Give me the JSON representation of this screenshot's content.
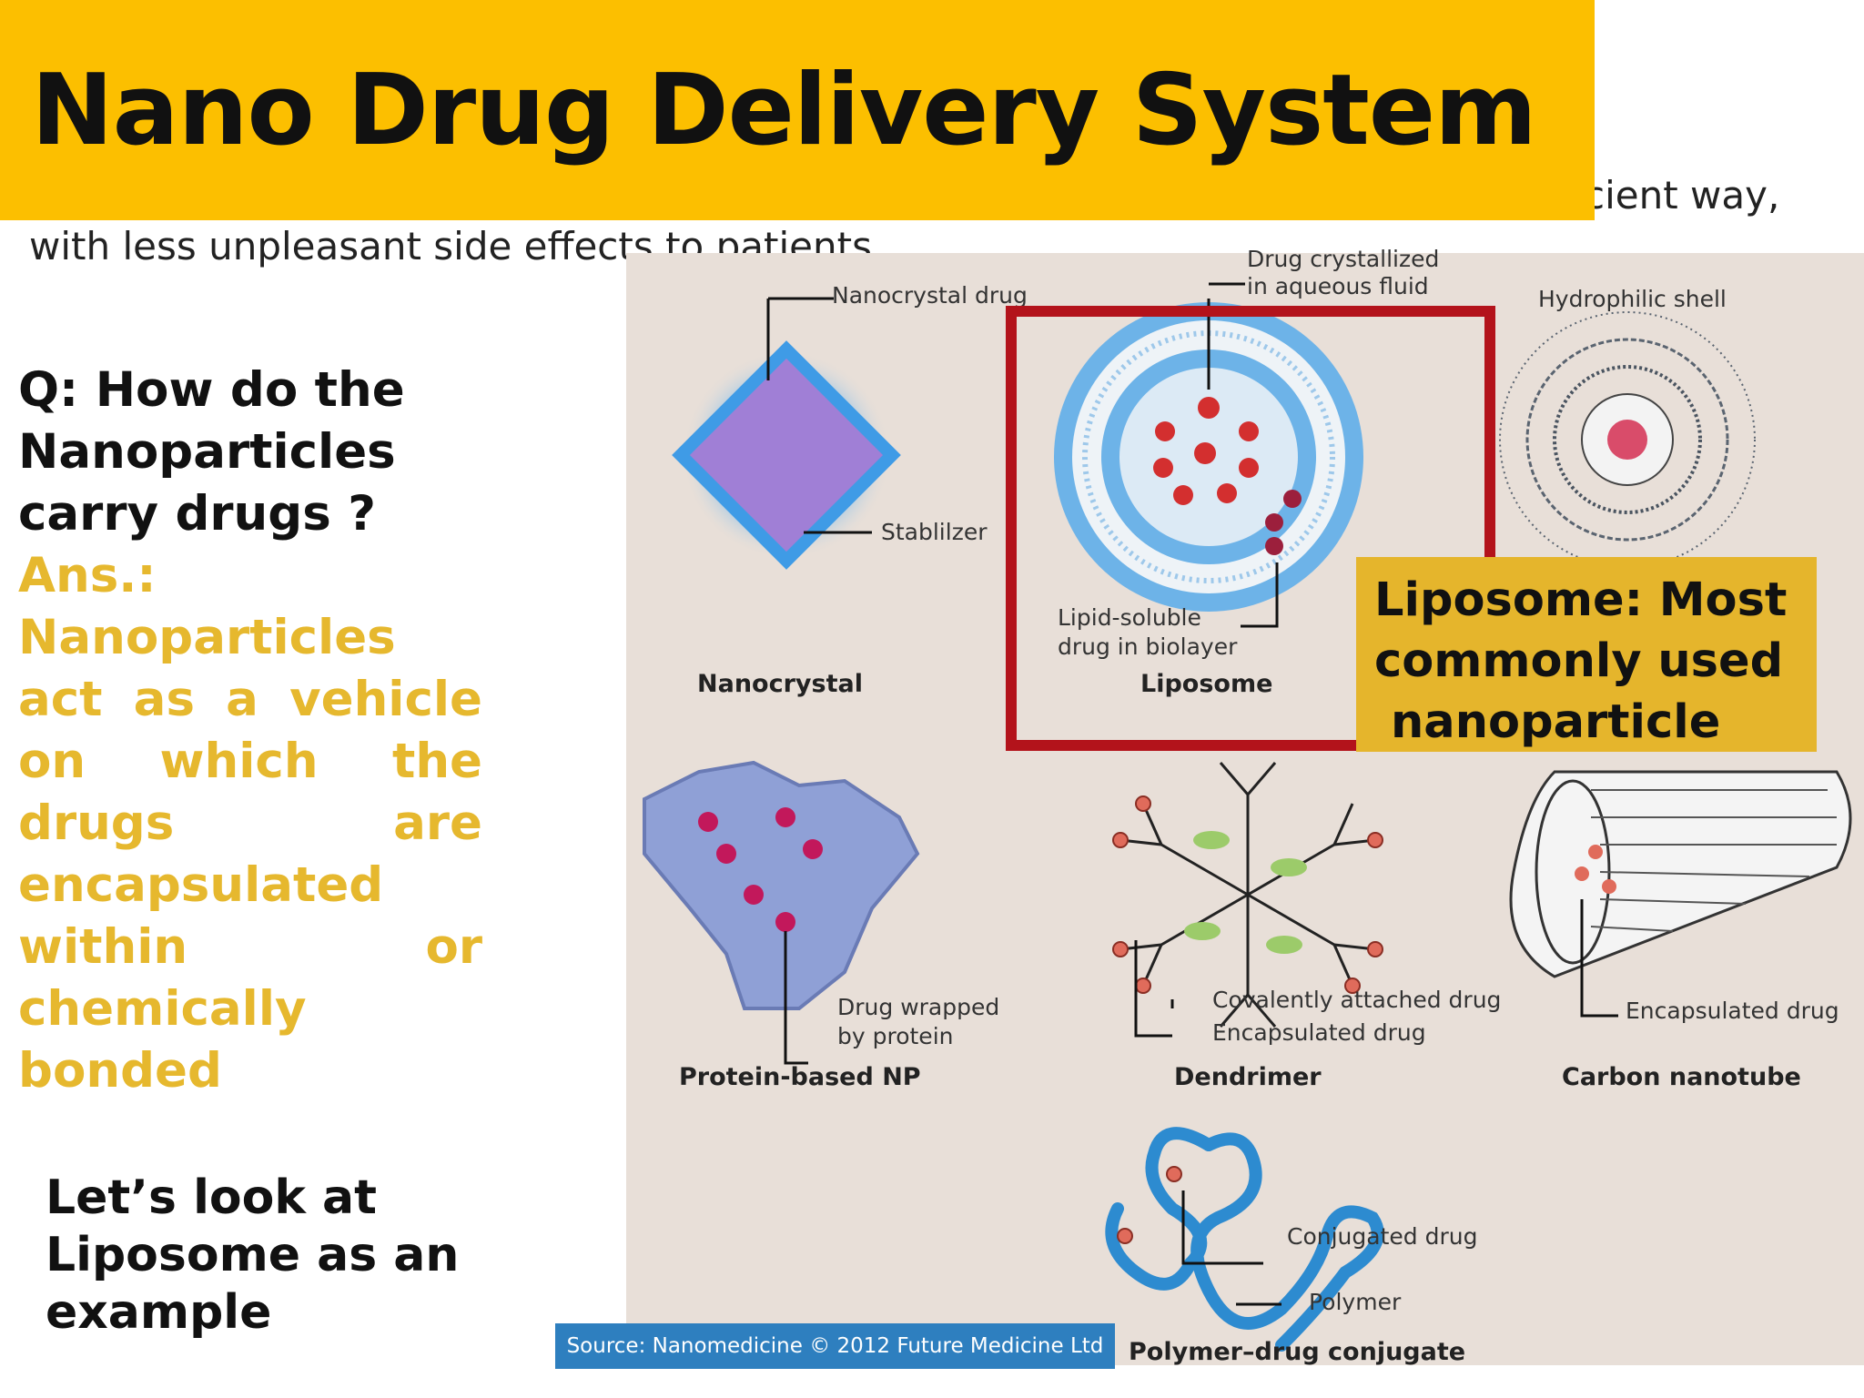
{
  "title": "Nano Drug Delivery System",
  "intro": {
    "line1_fragment": "cient way,",
    "line2": "with less unpleasant side effects to patients"
  },
  "qa": {
    "question": "Q: How do the Nanoparticles carry drugs ?",
    "answer_heading": "Ans.:",
    "answer_body": "Nanoparticles act as a vehicle on which the drugs are encapsulated within or chemically bonded"
  },
  "example_text": "Let’s look at Liposome as an example",
  "callout": {
    "line1": "Liposome: Most",
    "line2": "commonly used",
    "line3": "nanoparticle"
  },
  "figure": {
    "source": "Source: Nanomedicine © 2012 Future Medicine Ltd",
    "panels": {
      "nanocrystal": {
        "caption": "Nanocrystal",
        "labels": [
          "Nanocrystal drug",
          "Stablilzer"
        ]
      },
      "liposome": {
        "caption": "Liposome",
        "labels": [
          "Drug crystallized",
          "in aqueous fluid",
          "Lipid-soluble",
          "drug in biolayer"
        ]
      },
      "micelle": {
        "labels": [
          "Hydrophilic shell"
        ]
      },
      "protein": {
        "caption": "Protein-based NP",
        "labels": [
          "Drug wrapped",
          "by protein"
        ]
      },
      "dendrimer": {
        "caption": "Dendrimer",
        "labels": [
          "Covalently attached drug",
          "Encapsulated drug"
        ]
      },
      "nanotube": {
        "caption": "Carbon nanotube",
        "labels": [
          "Encapsulated drug"
        ]
      },
      "polymer": {
        "caption": "Polymer–drug conjugate",
        "labels": [
          "Conjugated drug",
          "Polymer"
        ]
      }
    }
  },
  "colors": {
    "title_bar": "#FCBF00",
    "answer_text": "#E6B82E",
    "highlight_border": "#B3131B",
    "callout_bg": "#E5B52C",
    "figure_bg": "#E8DFD8",
    "source_bg": "#2E7FBF"
  }
}
